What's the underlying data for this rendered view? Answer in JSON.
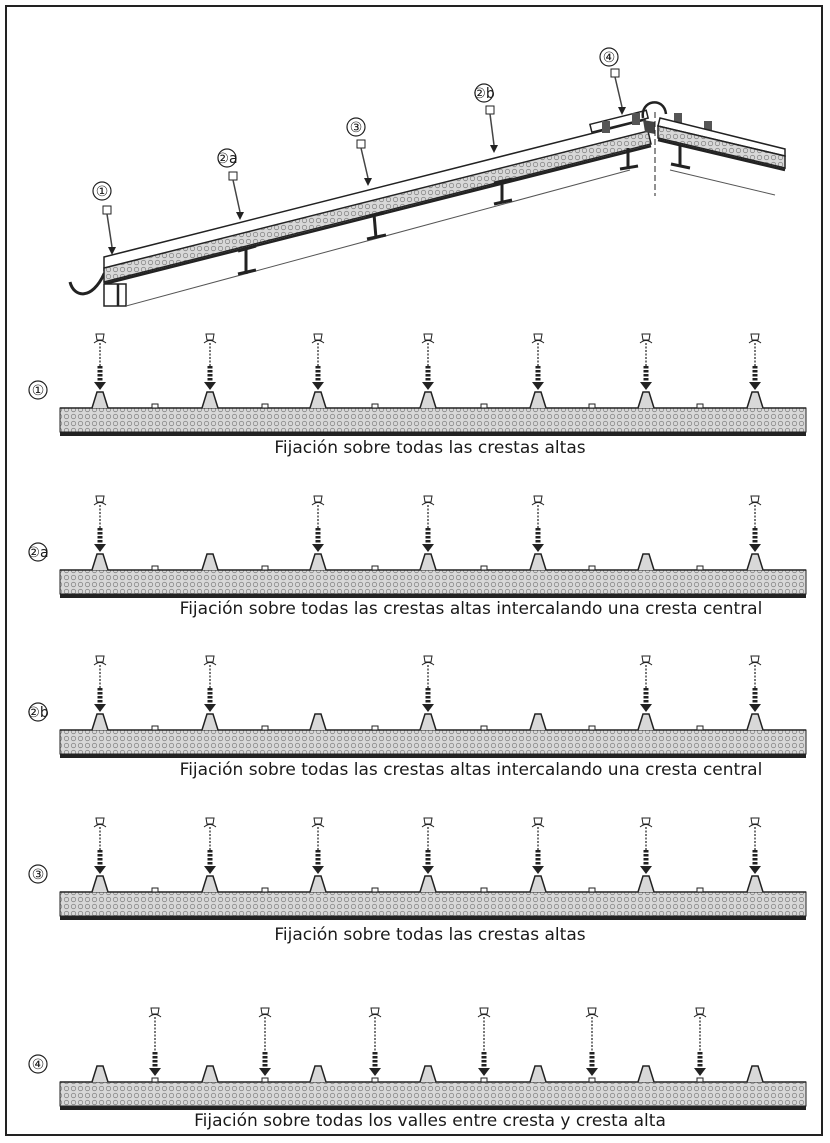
{
  "overview": {
    "callouts": [
      "①",
      "②a",
      "③",
      "②b",
      "④"
    ]
  },
  "rows": [
    {
      "label": "①",
      "caption": "Fijación sobre todas las crestas altas",
      "fixings": [
        0,
        1,
        2,
        3,
        4,
        5,
        6
      ],
      "mode": "crest"
    },
    {
      "label": "②a",
      "caption": "Fijación sobre todas las crestas altas intercalando una cresta central",
      "fixings": [
        0,
        2,
        3,
        4,
        6
      ],
      "mode": "crest"
    },
    {
      "label": "②b",
      "caption": "Fijación sobre todas las crestas altas intercalando una cresta central",
      "fixings": [
        0,
        1,
        3,
        5,
        6
      ],
      "mode": "crest"
    },
    {
      "label": "③",
      "caption": "Fijación sobre todas las crestas altas",
      "fixings": [
        0,
        1,
        2,
        3,
        4,
        5,
        6
      ],
      "mode": "crest"
    },
    {
      "label": "④",
      "caption": "Fijación sobre todas los valles entre cresta y cresta alta",
      "fixings": [
        0,
        1,
        2,
        3,
        4,
        5
      ],
      "mode": "valley"
    }
  ]
}
